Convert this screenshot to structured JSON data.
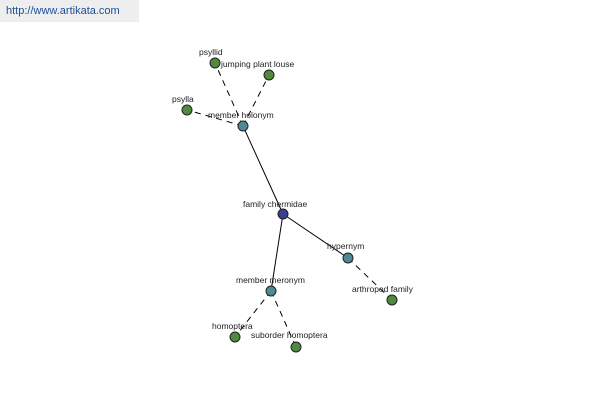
{
  "watermark": {
    "text": "http://www.artikata.com"
  },
  "colors": {
    "center": "#3b3f8f",
    "relation": "#4e8a94",
    "leaf": "#4f8a3f"
  },
  "graph": {
    "nodes": [
      {
        "id": "family-chermidae",
        "label": "family chermidae",
        "kind": "center"
      },
      {
        "id": "member-holonym",
        "label": "member holonym",
        "kind": "relation"
      },
      {
        "id": "hypernym",
        "label": "hypernym",
        "kind": "relation"
      },
      {
        "id": "member-meronym",
        "label": "member meronym",
        "kind": "relation"
      },
      {
        "id": "psyllid",
        "label": "psyllid",
        "kind": "leaf"
      },
      {
        "id": "jumping-plant-louse",
        "label": "jumping plant louse",
        "kind": "leaf"
      },
      {
        "id": "psylla",
        "label": "psylla",
        "kind": "leaf"
      },
      {
        "id": "arthropod-family",
        "label": "arthropod family",
        "kind": "leaf"
      },
      {
        "id": "homoptera",
        "label": "homoptera",
        "kind": "leaf"
      },
      {
        "id": "suborder-homoptera",
        "label": "suborder homoptera",
        "kind": "leaf"
      }
    ],
    "edges": [
      {
        "from": "family-chermidae",
        "to": "member-holonym",
        "style": "solid"
      },
      {
        "from": "family-chermidae",
        "to": "hypernym",
        "style": "solid"
      },
      {
        "from": "family-chermidae",
        "to": "member-meronym",
        "style": "solid"
      },
      {
        "from": "member-holonym",
        "to": "psyllid",
        "style": "dashed"
      },
      {
        "from": "member-holonym",
        "to": "jumping-plant-louse",
        "style": "dashed"
      },
      {
        "from": "member-holonym",
        "to": "psylla",
        "style": "dashed"
      },
      {
        "from": "hypernym",
        "to": "arthropod-family",
        "style": "dashed"
      },
      {
        "from": "member-meronym",
        "to": "homoptera",
        "style": "dashed"
      },
      {
        "from": "member-meronym",
        "to": "suborder-homoptera",
        "style": "dashed"
      }
    ]
  }
}
